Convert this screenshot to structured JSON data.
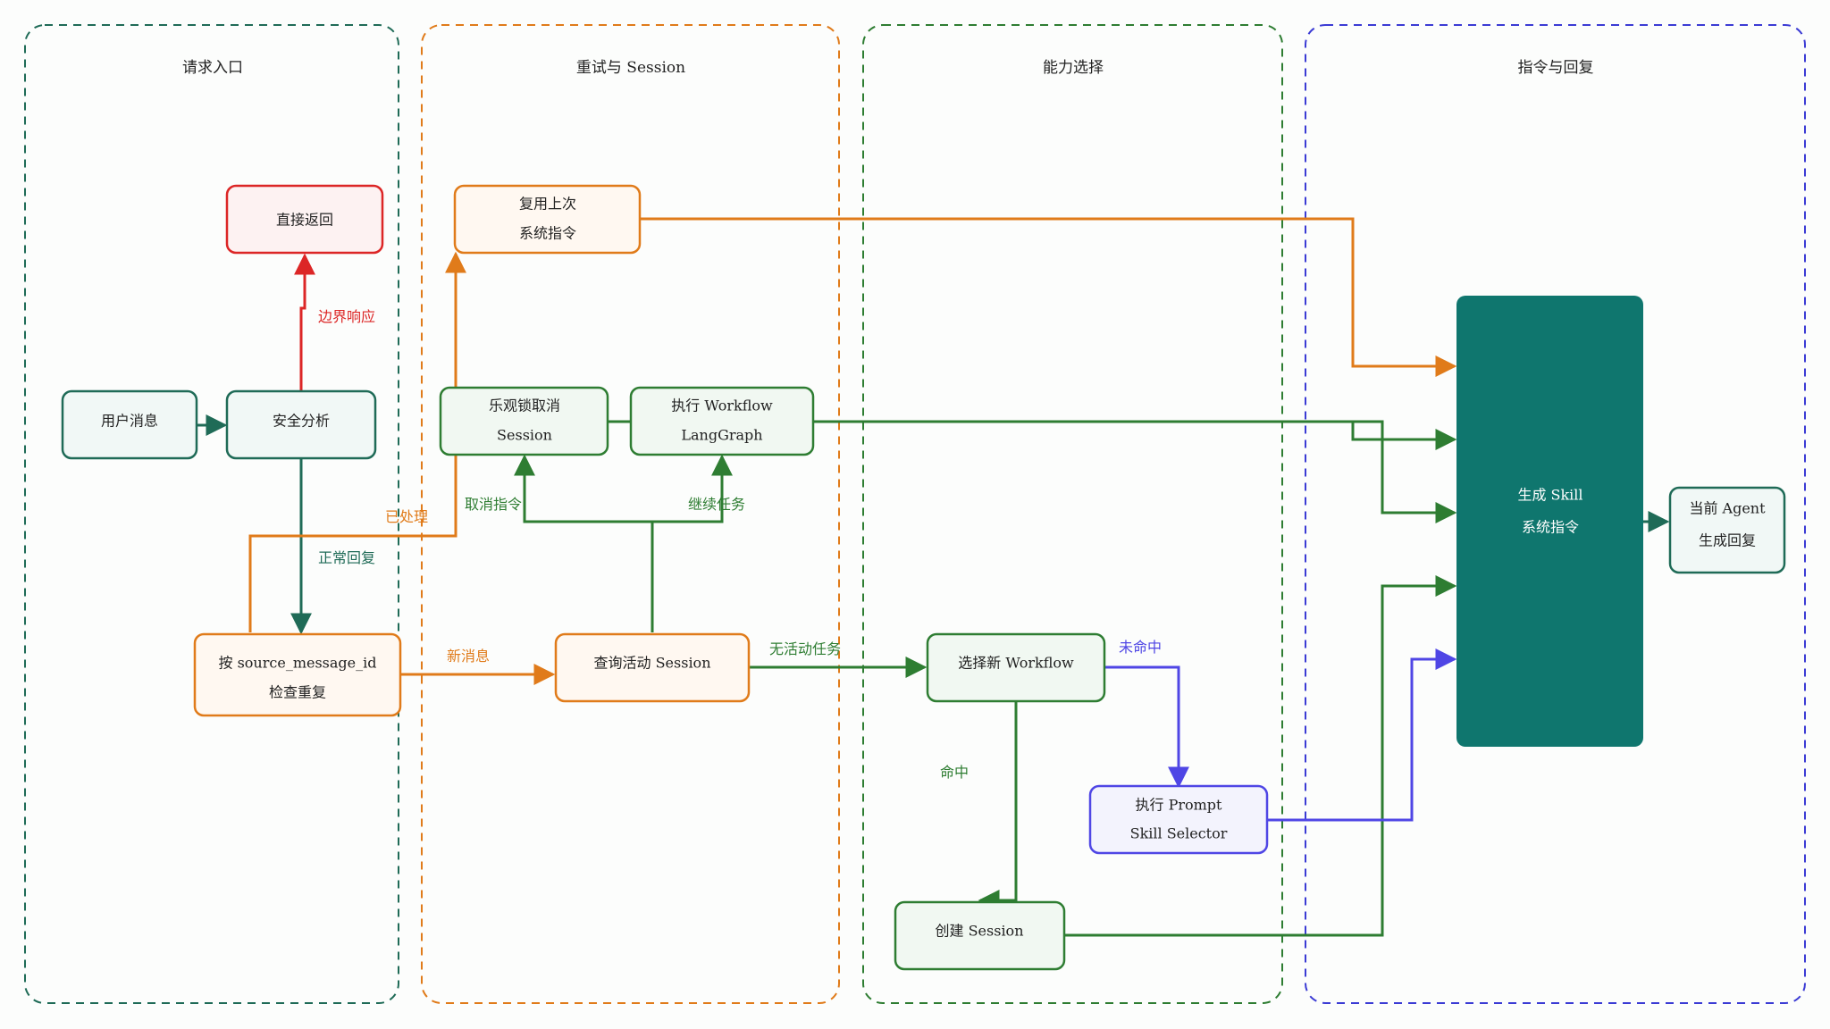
{
  "lanes": [
    {
      "id": "entry",
      "title": "请求入口",
      "color": "#1f6b57"
    },
    {
      "id": "retry",
      "title": "重试与 Session",
      "color": "#e07b1a"
    },
    {
      "id": "capability",
      "title": "能力选择",
      "color": "#2e7d32"
    },
    {
      "id": "reply",
      "title": "指令与回复",
      "color": "#3b3bd4"
    }
  ],
  "nodes": {
    "direct_return": {
      "lines": [
        "直接返回"
      ],
      "style": "red"
    },
    "user_message": {
      "lines": [
        "用户消息"
      ],
      "style": "teal"
    },
    "security_analysis": {
      "lines": [
        "安全分析"
      ],
      "style": "teal"
    },
    "dedupe_check": {
      "lines": [
        "按 source_message_id",
        "检查重复"
      ],
      "style": "orange"
    },
    "reuse_last": {
      "lines": [
        "复用上次",
        "系统指令"
      ],
      "style": "orange"
    },
    "lock_cancel": {
      "lines": [
        "乐观锁取消",
        "Session"
      ],
      "style": "green"
    },
    "exec_workflow": {
      "lines": [
        "执行 Workflow",
        "LangGraph"
      ],
      "style": "green"
    },
    "query_session": {
      "lines": [
        "查询活动 Session"
      ],
      "style": "orange"
    },
    "select_workflow": {
      "lines": [
        "选择新 Workflow"
      ],
      "style": "green"
    },
    "exec_prompt": {
      "lines": [
        "执行 Prompt",
        "Skill Selector"
      ],
      "style": "purple"
    },
    "create_session": {
      "lines": [
        "创建 Session"
      ],
      "style": "green"
    },
    "gen_skill": {
      "lines": [
        "生成 Skill",
        "系统指令"
      ],
      "style": "solid"
    },
    "agent_reply": {
      "lines": [
        "当前 Agent",
        "生成回复"
      ],
      "style": "teal"
    }
  },
  "edge_labels": {
    "boundary": "边界响应",
    "normal": "正常回复",
    "handled": "已处理",
    "new_message": "新消息",
    "cancel_cmd": "取消指令",
    "continue_task": "继续任务",
    "no_active": "无活动任务",
    "miss": "未命中",
    "hit": "命中"
  },
  "colors": {
    "teal": "#1f6b57",
    "orange": "#e07b1a",
    "green": "#2e7d32",
    "red": "#dc2626",
    "purple": "#4f46e5",
    "solid_fill": "#0f766e"
  }
}
